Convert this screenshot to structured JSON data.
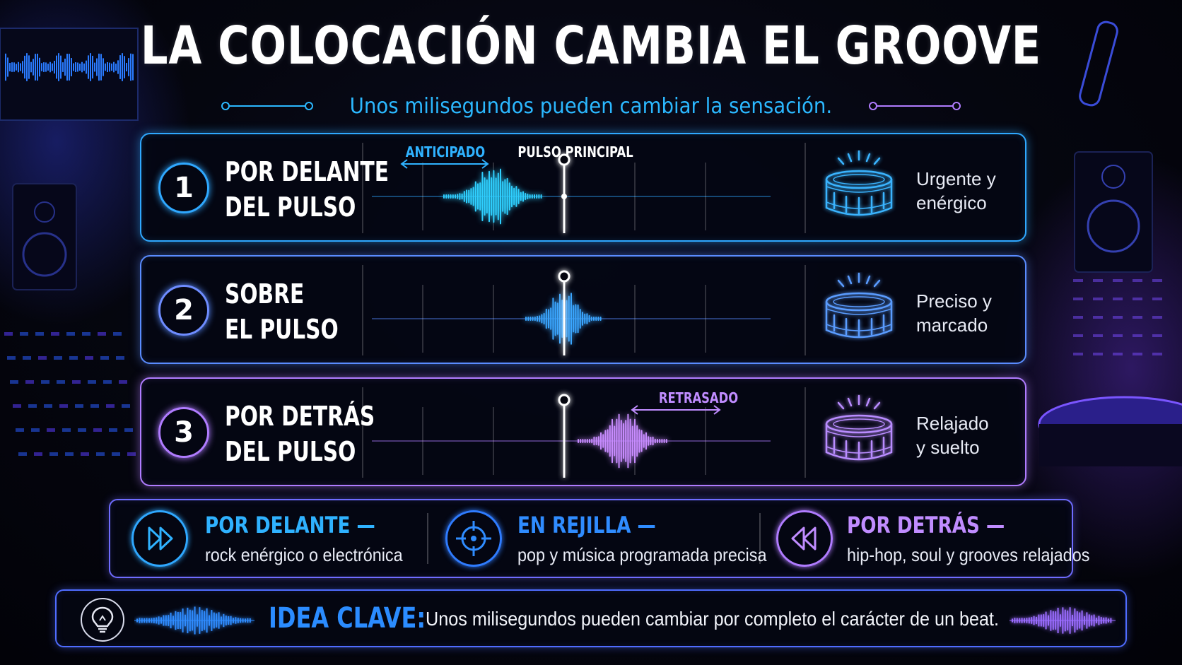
{
  "title": "LA COLOCACIÓN CAMBIA EL GROOVE",
  "subtitle": "Unos milisegundos pueden cambiar la sensación.",
  "colors": {
    "blue": "#2fa8ff",
    "mid": "#5a8cff",
    "purple": "#b07cff",
    "accent": "#2b8cff"
  },
  "rows": [
    {
      "number": "1",
      "label_line1": "POR DELANTE",
      "label_line2": "DEL PULSO",
      "annotation": "ANTICIPADO",
      "main_pulse_label": "PULSO PRINCIPAL",
      "desc_line1": "Urgente y",
      "desc_line2": "enérgico",
      "icon": "snare-drum-icon"
    },
    {
      "number": "2",
      "label_line1": "SOBRE",
      "label_line2": "EL PULSO",
      "desc_line1": "Preciso y",
      "desc_line2": "marcado",
      "icon": "snare-drum-icon"
    },
    {
      "number": "3",
      "label_line1": "POR DETRÁS",
      "label_line2": "DEL PULSO",
      "annotation": "RETRASADO",
      "desc_line1": "Relajado",
      "desc_line2": "y suelto",
      "icon": "snare-drum-icon"
    }
  ],
  "legend": [
    {
      "title": "POR DELANTE —",
      "text": "rock enérgico o electrónica",
      "icon": "fast-forward-icon"
    },
    {
      "title": "EN REJILLA —",
      "text": "pop y música programada precisa",
      "icon": "crosshair-icon"
    },
    {
      "title": "POR DETRÁS —",
      "text": "hip-hop, soul y grooves relajados",
      "icon": "rewind-icon"
    }
  ],
  "key_idea": {
    "title": "IDEA CLAVE:",
    "text": "Unos milisegundos pueden cambiar por completo el carácter de un beat.",
    "icon": "lightbulb-icon"
  }
}
